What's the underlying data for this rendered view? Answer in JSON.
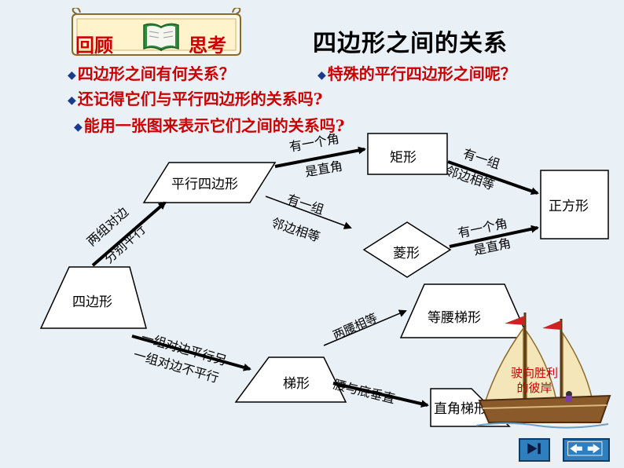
{
  "header": {
    "review_left": "回顾",
    "review_right": "思考",
    "title": "四边形之间的关系"
  },
  "questions": [
    "四边形之间有何关系？",
    "特殊的平行四边形之间呢？",
    "还记得它们与平行四边形的关系吗?",
    "能用一张图来表示它们之间的关系吗?"
  ],
  "nodes": {
    "quadrilateral": "四边形",
    "parallelogram": "平行四边形",
    "rectangle": "矩形",
    "rhombus": "菱形",
    "square": "正方形",
    "trapezoid": "梯形",
    "isosceles_trapezoid": "等腰梯形",
    "right_trapezoid": "直角梯形"
  },
  "edges": {
    "quad_to_para_line1": "两组对边",
    "quad_to_para_line2": "分别平行",
    "para_to_rect_line1": "有一个角",
    "para_to_rect_line2": "是直角",
    "para_to_rhombus_line1": "有一组",
    "para_to_rhombus_line2": "邻边相等",
    "rect_to_square_line1": "有一组",
    "rect_to_square_line2": "邻边相等",
    "rhombus_to_square_line1": "有一个角",
    "rhombus_to_square_line2": "是直角",
    "quad_to_trap_line1": "一组对边平行另",
    "quad_to_trap_line2": "一组对边不平行",
    "trap_to_iso": "两腰相等",
    "trap_to_right": "腰与底垂直"
  },
  "ship": {
    "line1": "驶向胜利",
    "line2": "的彼岸"
  },
  "colors": {
    "accent_red": "#cc0000",
    "bullet_blue": "#1a3a8c",
    "nav_blue": "#2f7fbf"
  }
}
